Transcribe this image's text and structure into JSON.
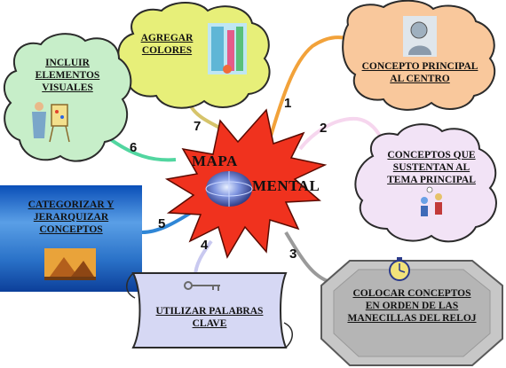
{
  "center": {
    "word1": "MAPA",
    "word2": "MENTAL"
  },
  "nodes": [
    {
      "id": "concepto-principal",
      "lines": [
        "CONCEPTO PRINCIPAL",
        "AL CENTRO"
      ],
      "number": "1"
    },
    {
      "id": "conceptos-sustentan",
      "lines": [
        "CONCEPTOS QUE",
        "SUSTENTAN AL",
        "TEMA PRINCIPAL"
      ],
      "number": "2"
    },
    {
      "id": "colocar-conceptos",
      "lines": [
        "COLOCAR CONCEPTOS",
        "EN ORDEN DE LAS",
        "MANECILLAS DEL RELOJ"
      ],
      "number": "3"
    },
    {
      "id": "utilizar-palabras",
      "lines": [
        "UTILIZAR PALABRAS",
        "CLAVE"
      ],
      "number": "4"
    },
    {
      "id": "categorizar",
      "lines": [
        "CATEGORIZAR Y",
        "JERARQUIZAR",
        "CONCEPTOS"
      ],
      "number": "5"
    },
    {
      "id": "incluir-elementos",
      "lines": [
        "INCLUIR",
        "ELEMENTOS",
        "VISUALES"
      ],
      "number": "6"
    },
    {
      "id": "agregar-colores",
      "lines": [
        "AGREGAR",
        "COLORES"
      ],
      "number": "7"
    }
  ],
  "colors": {
    "star_fill": "#f0321e",
    "cloud_orange": "#f9c89c",
    "cloud_lilac": "#f2e3f6",
    "cloud_green": "#c7eec9",
    "cloud_yellow": "#e7ef79",
    "octagon_grey": "#c7c7c7",
    "scroll_lilac": "#d6d8f4",
    "banner_blue": "#2a72c8"
  }
}
